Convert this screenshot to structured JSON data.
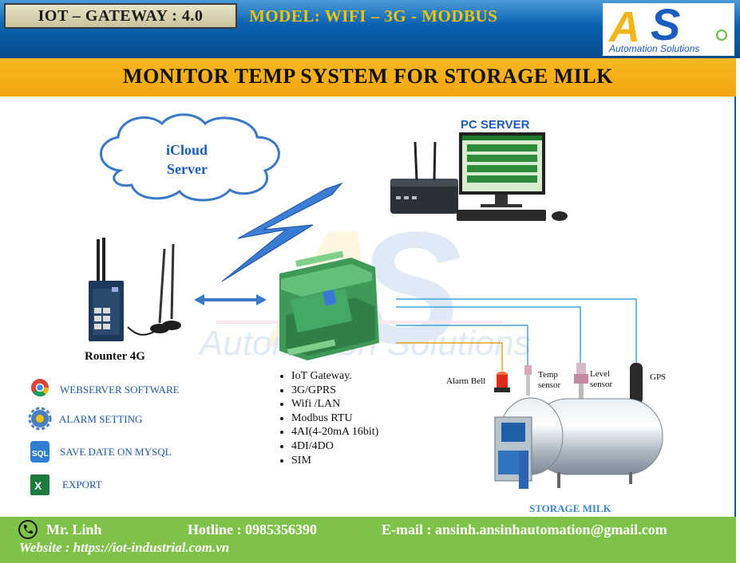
{
  "header": {
    "badge": "IOT – GATEWAY : 4.0",
    "model": "MODEL: WIFI – 3G - MODBUS",
    "logo_letters": "AS",
    "logo_text": "Automation Solutions"
  },
  "title": "MONITOR TEMP SYSTEM FOR STORAGE MILK",
  "cloud_label": [
    "iCloud",
    "Server"
  ],
  "pc_server_label": "PC SERVER",
  "router_label": "Rounter 4G",
  "features": [
    {
      "label": "WEBSERVER SOFTWARE",
      "icon": "chrome-icon"
    },
    {
      "label": "ALARM  SETTING",
      "icon": "gear-icon"
    },
    {
      "label": "SAVE DATE ON MYSQL",
      "icon": "sql-database-icon"
    },
    {
      "label": "EXPORT",
      "icon": "excel-icon"
    }
  ],
  "gateway_specs": [
    "IoT Gateway.",
    "3G/GPRS",
    "Wifi /LAN",
    "Modbus RTU",
    "4AI(4-20mA 16bit)",
    "4DI/4DO",
    "SIM"
  ],
  "sensors": {
    "alarm": "Alarm Bell",
    "temp": [
      "Temp",
      "sensor"
    ],
    "level": [
      "Level",
      "sensor"
    ],
    "gps": "GPS"
  },
  "tank_label": "STORAGE MILK",
  "footer": {
    "contact_name": "Mr. Linh",
    "hotline": "Hotline : 0985356390",
    "email": "E-mail : ansinh.ansinhautomation@gmail.com",
    "website": "Website : https://iot-industrial.com.vn"
  },
  "colors": {
    "header_blue": "#0a5aa6",
    "title_orange": "#f5b01a",
    "model_yellow": "#f2c300",
    "footer_green": "#7fc24a",
    "wire_blue": "#3aa6e0",
    "wire_orange": "#e8a020",
    "feature_text": "#1a5aa8"
  }
}
